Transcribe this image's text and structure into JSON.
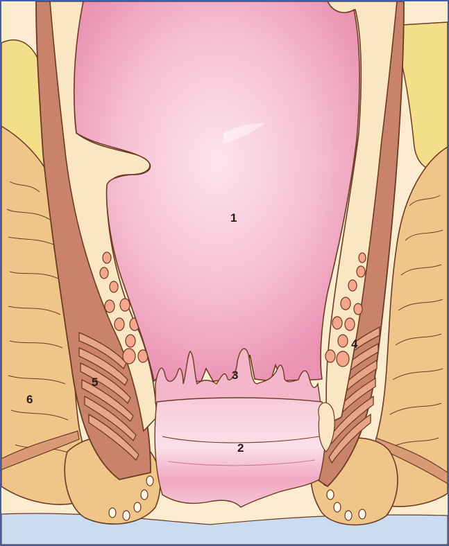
{
  "labels": [
    {
      "id": "label-1",
      "text": "1"
    },
    {
      "id": "label-2",
      "text": "2"
    },
    {
      "id": "label-3",
      "text": "3"
    },
    {
      "id": "label-4",
      "text": "4"
    },
    {
      "id": "label-5",
      "text": "5"
    },
    {
      "id": "label-6",
      "text": "6"
    }
  ],
  "colors": {
    "frame_border": "#3f5fa8",
    "background_cream": "#fbecd0",
    "mucosa_pink": "#f2b2c8",
    "mucosa_highlight": "#fbd9e6",
    "muscle_wall": "#c9836b",
    "fat_yellow": "#f3df8a",
    "sphincter_tan": "#efc58a",
    "outline_brown": "#6b3a22",
    "skin_blue": "#c9dcf1"
  }
}
